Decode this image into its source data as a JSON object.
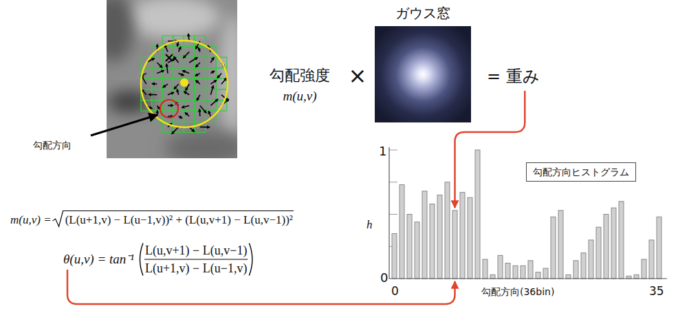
{
  "diagram": {
    "nodes": [
      {
        "text": [
          "ガウス窓"
        ]
      },
      {
        "text": [
          "勾配方向ヒストグラム"
        ]
      }
    ],
    "labels": [
      "勾配方向",
      "勾配強度",
      "m(u,v)",
      "×",
      "= 重み",
      "m(u,v) =",
      "(L(u+1,v) − L(u−1,v))² + (L(u,v+1) − L(u,v−1))²",
      "θ(u,v) = tan⁻¹",
      "L(u,v+1) − L(u,v−1)",
      "L(u+1,v) − L(u−1,v)",
      "h",
      "1",
      "0",
      "0",
      "勾配方向(36bin)",
      "35"
    ]
  }
}
